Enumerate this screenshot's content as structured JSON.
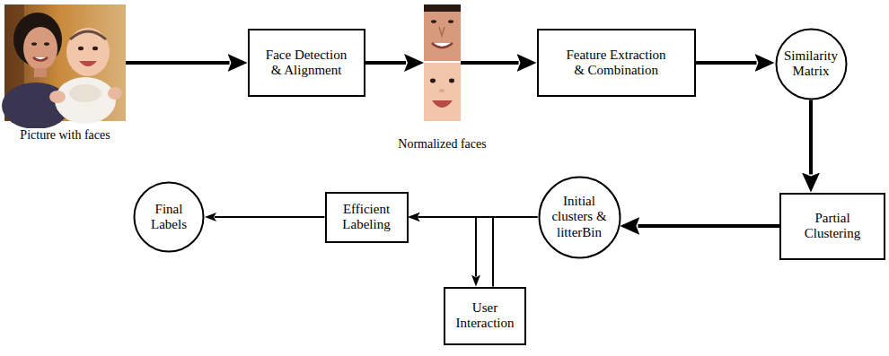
{
  "diagram": {
    "nodes": [
      {
        "text": [
          "Picture with faces"
        ]
      },
      {
        "text": [
          "Face Detection & Alignment"
        ]
      },
      {
        "text": [
          "Normalized faces"
        ]
      },
      {
        "text": [
          "Feature Extraction & Combination"
        ]
      },
      {
        "text": [
          "Similarity Matrix"
        ]
      },
      {
        "text": [
          "Partial Clustering"
        ]
      },
      {
        "text": [
          "Initial clusters & litterBin"
        ]
      },
      {
        "text": [
          "Efficient Labeling"
        ]
      },
      {
        "text": [
          "Final Labels"
        ]
      },
      {
        "text": [
          "User Interaction"
        ]
      }
    ],
    "edges": [
      {
        "from": 0,
        "to": 1,
        "arrow": "to"
      },
      {
        "from": 1,
        "to": 2,
        "arrow": "to"
      },
      {
        "from": 2,
        "to": 3,
        "arrow": "to"
      },
      {
        "from": 3,
        "to": 4,
        "arrow": "to"
      },
      {
        "from": 4,
        "to": 5,
        "arrow": "to"
      },
      {
        "from": 5,
        "to": 6,
        "arrow": "to"
      },
      {
        "from": 6,
        "to": 7,
        "arrow": "to"
      },
      {
        "from": 6,
        "to": 9,
        "arrow": "to"
      },
      {
        "from": 9,
        "to": 7,
        "arrow": "to"
      },
      {
        "from": 7,
        "to": 8,
        "arrow": "to"
      }
    ]
  }
}
